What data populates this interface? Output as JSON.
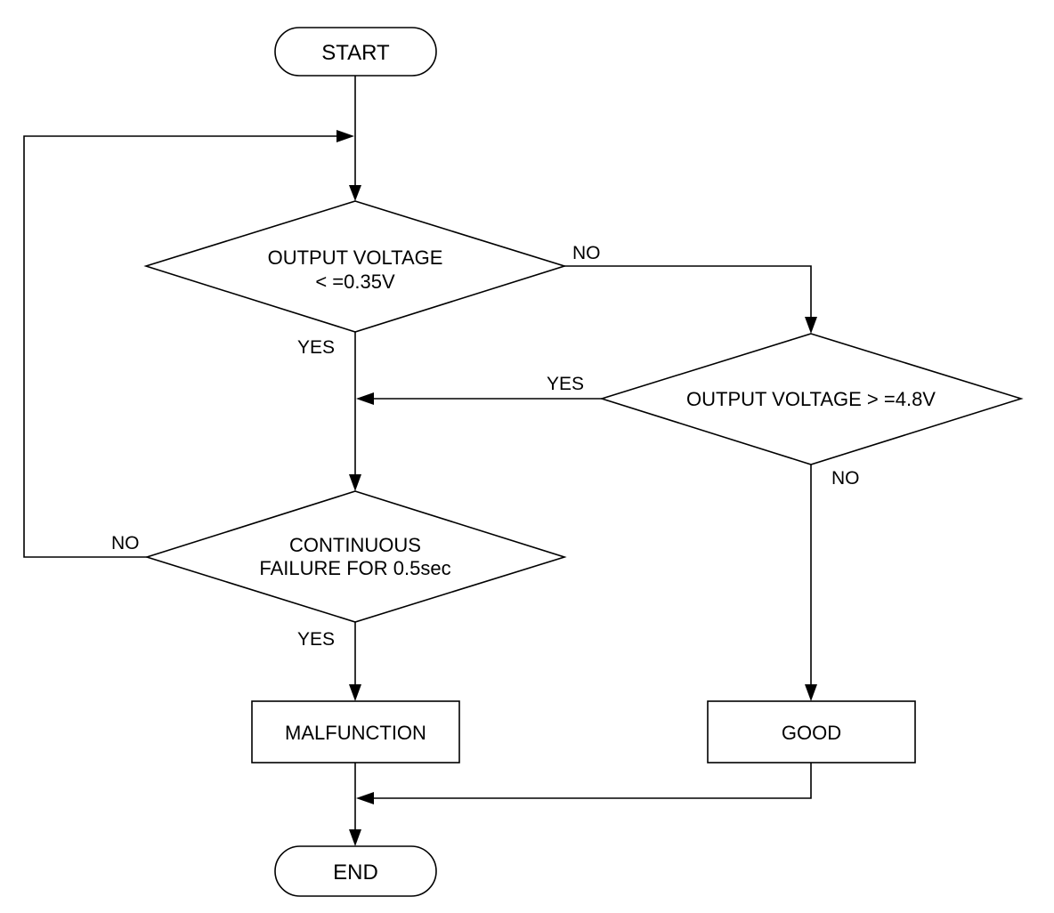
{
  "nodes": {
    "start": {
      "label": "START"
    },
    "decision_low": {
      "lines": [
        "OUTPUT VOLTAGE",
        "< =0.35V"
      ]
    },
    "decision_high": {
      "lines": [
        "OUTPUT VOLTAGE > =4.8V"
      ]
    },
    "decision_continuous": {
      "lines": [
        "CONTINUOUS",
        "FAILURE FOR 0.5sec"
      ]
    },
    "malfunction": {
      "label": "MALFUNCTION"
    },
    "good": {
      "label": "GOOD"
    },
    "end": {
      "label": "END"
    }
  },
  "branches": {
    "low_yes": "YES",
    "low_no": "NO",
    "high_yes": "YES",
    "high_no": "NO",
    "continuous_yes": "YES",
    "continuous_no": "NO"
  }
}
